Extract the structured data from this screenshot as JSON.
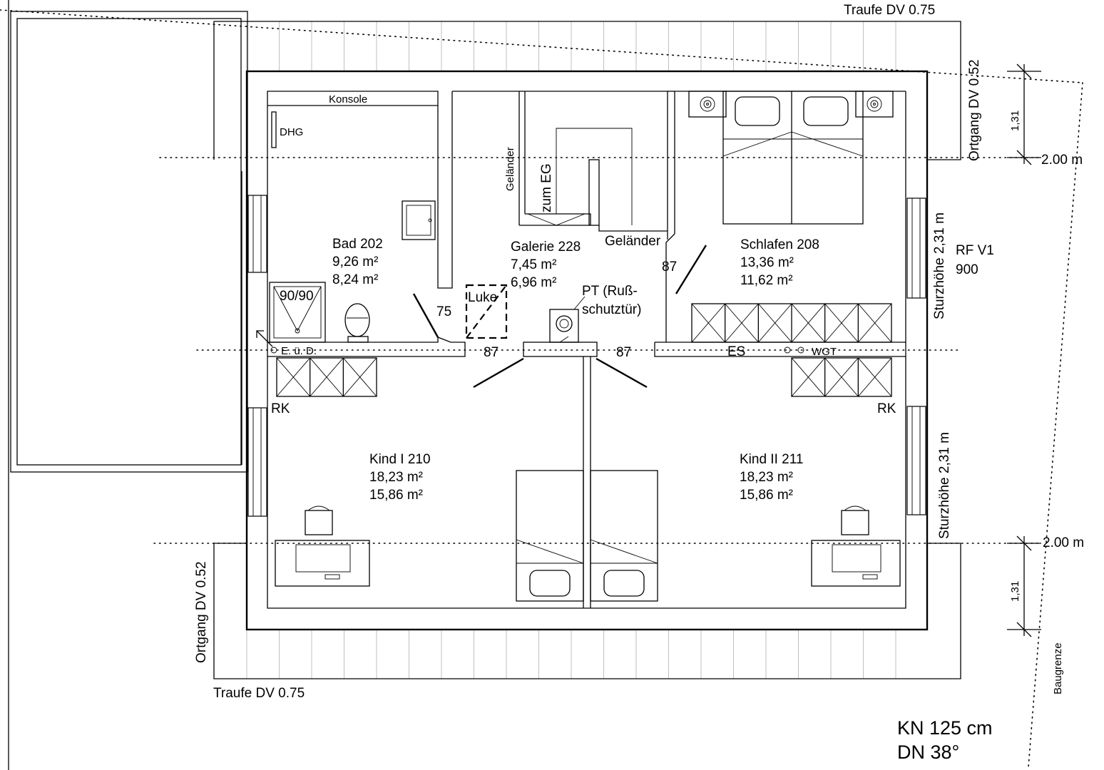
{
  "roof": {
    "traufe_top": "Traufe DV 0.75",
    "traufe_bottom": "Traufe DV 0.75",
    "ortgang_right": "Ortgang DV 0.52",
    "ortgang_left": "Ortgang DV 0.52",
    "baugrenze": "Baugrenze",
    "rf": "RF V1",
    "rf_value": "900"
  },
  "dimensions": {
    "height_line_top": "2.00 m",
    "height_line_bottom": "2.00 m",
    "dim_top": "1,31",
    "dim_bottom": "1,31",
    "sturz_upper": "Sturzhöhe 2,31 m",
    "sturz_lower": "Sturzhöhe 2,31 m"
  },
  "rooms": {
    "bad": {
      "name": "Bad 202",
      "area_gross": "9,26 m²",
      "area_net": "8,24 m²"
    },
    "galerie": {
      "name": "Galerie 228",
      "area_gross": "7,45 m²",
      "area_net": "6,96 m²"
    },
    "schlafen": {
      "name": "Schlafen 208",
      "area_gross": "13,36 m²",
      "area_net": "11,62 m²"
    },
    "kind1": {
      "name": "Kind I 210",
      "area_gross": "18,23 m²",
      "area_net": "15,86 m²"
    },
    "kind2": {
      "name": "Kind II 211",
      "area_gross": "18,23 m²",
      "area_net": "15,86 m²"
    }
  },
  "labels": {
    "konsole": "Konsole",
    "dhg": "DHG",
    "shower": "90/90",
    "eud": "E. ü. D.",
    "gelaender_v": "Geländer",
    "gelaender_h": "Geländer",
    "zum_eg": "zum EG",
    "luke": "Luke",
    "pt_line1": "PT (Ruß-",
    "pt_line2": "schutztür)",
    "es": "ES",
    "wgt": "WGT",
    "rk_left": "RK",
    "rk_right": "RK"
  },
  "doors": {
    "bad": "75",
    "galerie_left": "87",
    "galerie_right": "87",
    "schlafen": "87"
  },
  "footer": {
    "kn": "KN 125 cm",
    "dn": "DN 38°"
  }
}
